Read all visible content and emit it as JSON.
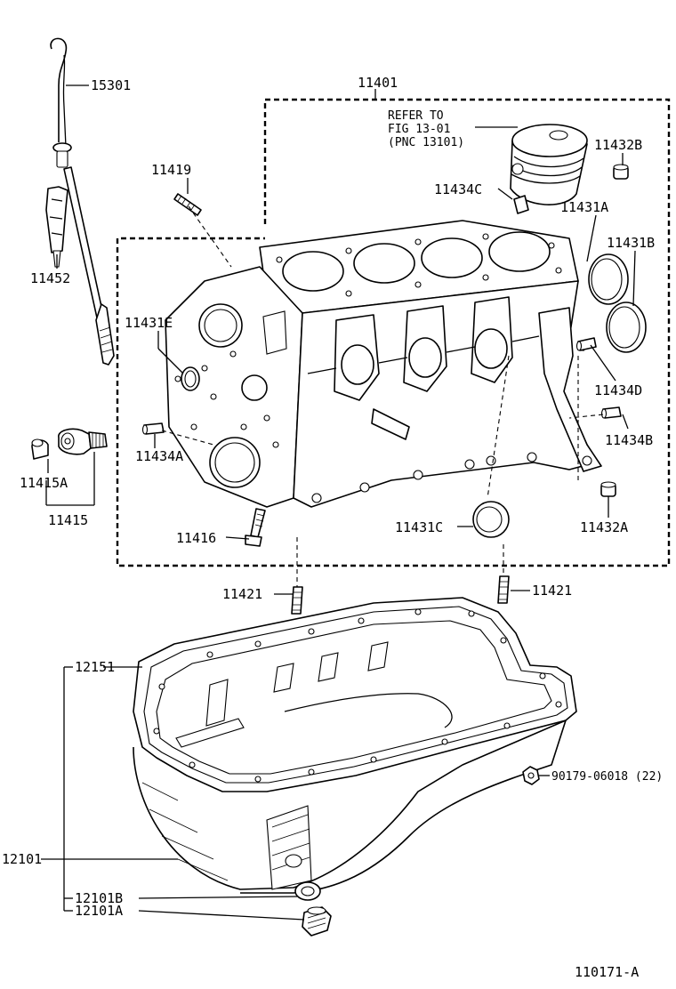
{
  "labels": {
    "p15301": "15301",
    "p11401": "11401",
    "refer_line1": "REFER TO",
    "refer_line2": "FIG 13-01",
    "refer_line3": "(PNC 13101)",
    "p11432B": "11432B",
    "p11419": "11419",
    "p11434C": "11434C",
    "p11431A": "11431A",
    "p11431B": "11431B",
    "p11452": "11452",
    "p11431E": "11431E",
    "p11434D": "11434D",
    "p11434B": "11434B",
    "p11434A": "11434A",
    "p11415A": "11415A",
    "p11415": "11415",
    "p11416": "11416",
    "p11431C": "11431C",
    "p11432A": "11432A",
    "p11421_left": "11421",
    "p11421_right": "11421",
    "p12151": "12151",
    "p90179": "90179-06018 (22)",
    "p12101": "12101",
    "p12101B": "12101B",
    "p12101A": "12101A",
    "figure_id": "110171-A"
  }
}
